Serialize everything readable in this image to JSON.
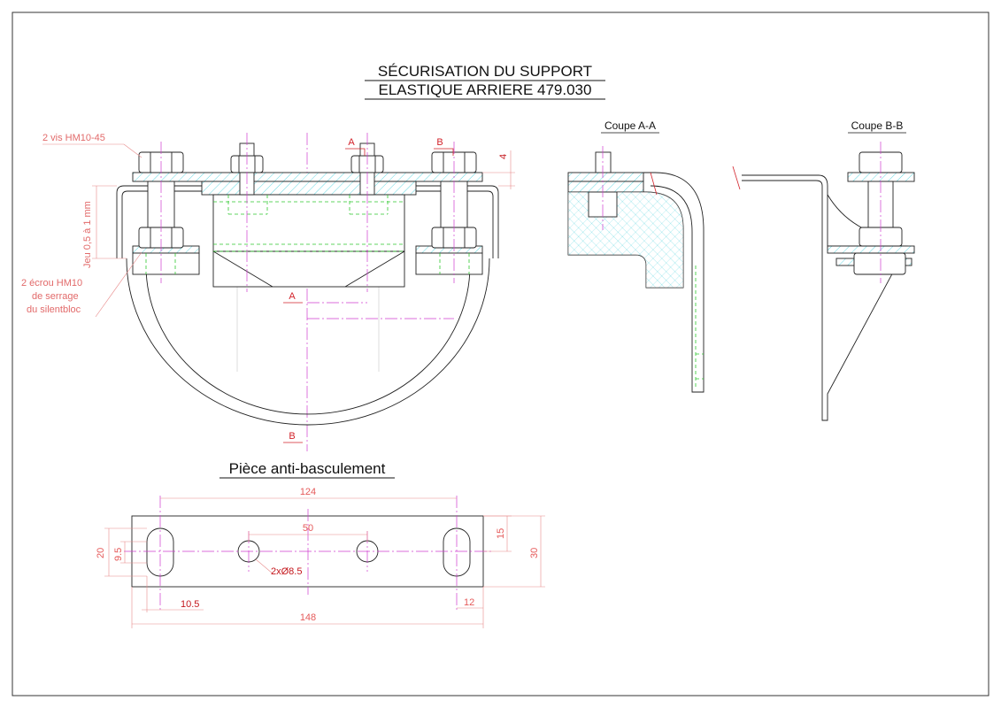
{
  "title": {
    "line1": "SÉCURISATION DU SUPPORT",
    "line2": "ELASTIQUE ARRIERE 479.030"
  },
  "sections": {
    "aa": "Coupe A-A",
    "bb": "Coupe B-B"
  },
  "labels": {
    "screws": "2 vis HM10-45",
    "nut_line1": "2 écrou HM10",
    "nut_line2": "de serrage",
    "nut_line3": "du silentbloc",
    "play": "Jeu 0,5 à 1 mm"
  },
  "cut_marks": {
    "a_top": "A",
    "b_top": "B",
    "a_mid": "A",
    "b_bottom": "B"
  },
  "part": {
    "title": "Pièce anti-basculement",
    "dims": {
      "top_gap": "4",
      "overall_slots": "124",
      "holes": "50",
      "overall_length": "148",
      "slot_width": "10.5",
      "end_offset": "12",
      "height_outer": "20",
      "slot_height": "9.5",
      "half_height": "15",
      "height": "30",
      "hole_diameter": "2xØ8.5"
    }
  },
  "colors": {
    "frame": "#333333",
    "dimension": "#e55a5a",
    "axis": "#d03cd0",
    "hidden": "#2ec92e",
    "hatch": "#22c7d6"
  }
}
